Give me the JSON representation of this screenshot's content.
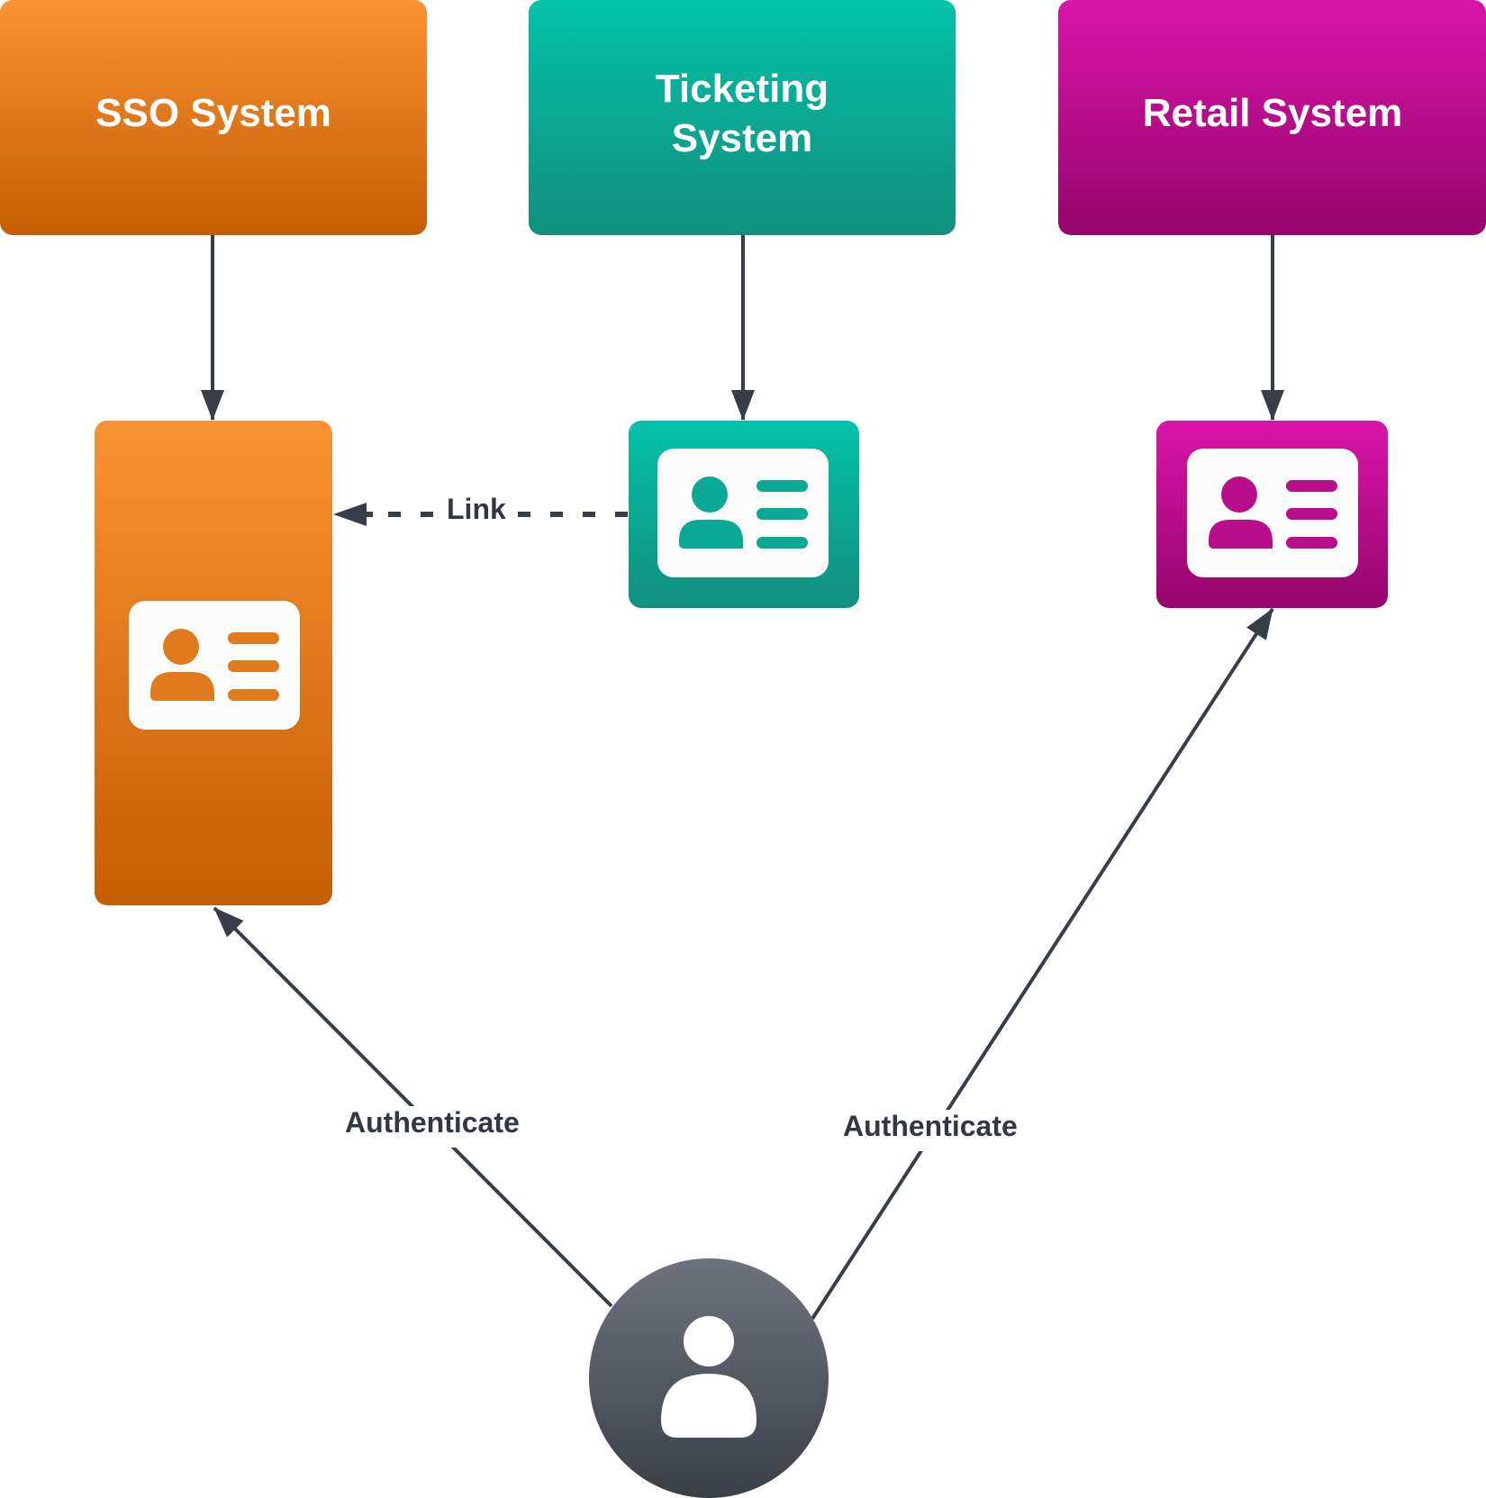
{
  "systems": [
    {
      "id": "sso",
      "label_lines": [
        "SSO System"
      ],
      "color_top": "#F99334",
      "color_bottom": "#C55E04"
    },
    {
      "id": "ticketing",
      "label_lines": [
        "Ticketing",
        "System"
      ],
      "color_top": "#03C2A8",
      "color_bottom": "#138E7E"
    },
    {
      "id": "retail",
      "label_lines": [
        "Retail System"
      ],
      "color_top": "#D815A8",
      "color_bottom": "#96056C"
    }
  ],
  "accounts": [
    {
      "id": "sso-account",
      "system": "sso",
      "icon": "id-card-icon"
    },
    {
      "id": "ticketing-account",
      "system": "ticketing",
      "icon": "id-card-icon"
    },
    {
      "id": "retail-account",
      "system": "retail",
      "icon": "id-card-icon"
    }
  ],
  "user": {
    "icon": "user-icon",
    "color_top": "#6E737D",
    "color_bottom": "#3A3F48"
  },
  "edges": [
    {
      "from": "sso",
      "to": "sso-account",
      "style": "solid",
      "label": ""
    },
    {
      "from": "ticketing",
      "to": "ticketing-account",
      "style": "solid",
      "label": ""
    },
    {
      "from": "retail",
      "to": "retail-account",
      "style": "solid",
      "label": ""
    },
    {
      "from": "ticketing-account",
      "to": "sso-account",
      "style": "dashed",
      "label": "Link"
    },
    {
      "from": "user",
      "to": "sso-account",
      "style": "solid",
      "label": "Authenticate"
    },
    {
      "from": "user",
      "to": "retail-account",
      "style": "solid",
      "label": "Authenticate"
    }
  ],
  "edge_color": "#383E47"
}
